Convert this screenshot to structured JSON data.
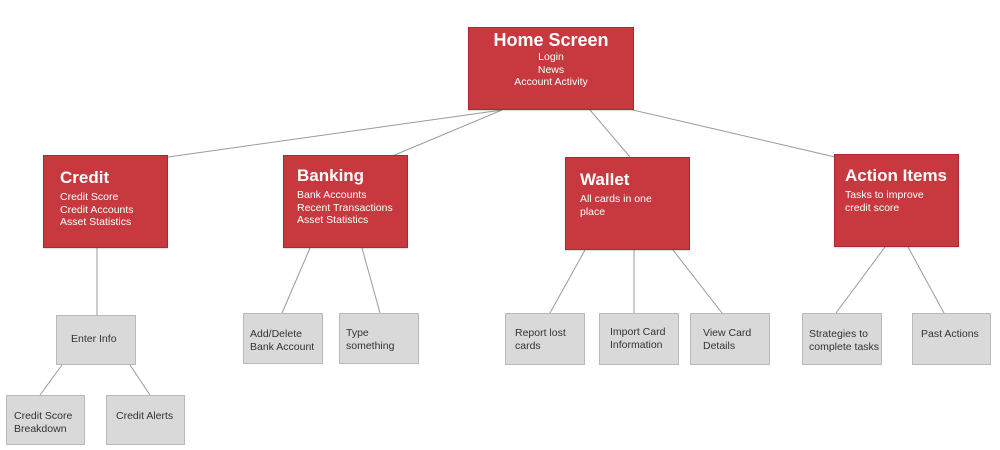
{
  "home": {
    "title": "Home Screen",
    "lines": [
      "Login",
      "News",
      "Account Activity"
    ]
  },
  "categories": [
    {
      "title": "Credit",
      "lines": [
        "Credit Score",
        "Credit Accounts",
        "Asset Statistics"
      ]
    },
    {
      "title": "Banking",
      "lines": [
        "Bank Accounts",
        "Recent Transactions",
        "Asset Statistics"
      ]
    },
    {
      "title": "Wallet",
      "lines": [
        "All cards in one",
        "place"
      ]
    },
    {
      "title": "Action Items",
      "lines": [
        "Tasks to improve",
        "credit score"
      ]
    }
  ],
  "subitems": {
    "credit": {
      "enter_info": "Enter Info",
      "score_breakdown": [
        "Credit Score",
        "Breakdown"
      ],
      "alerts": "Credit Alerts"
    },
    "banking": {
      "add_delete": [
        "Add/Delete",
        "Bank Account"
      ],
      "type_something": [
        "Type",
        "something"
      ]
    },
    "wallet": {
      "report_lost": [
        "Report lost",
        "cards"
      ],
      "import_card": [
        "Import Card",
        "Information"
      ],
      "view_card": [
        "View Card",
        "Details"
      ]
    },
    "action_items": {
      "strategies": [
        "Strategies to",
        "complete tasks"
      ],
      "past_actions": "Past Actions"
    }
  }
}
